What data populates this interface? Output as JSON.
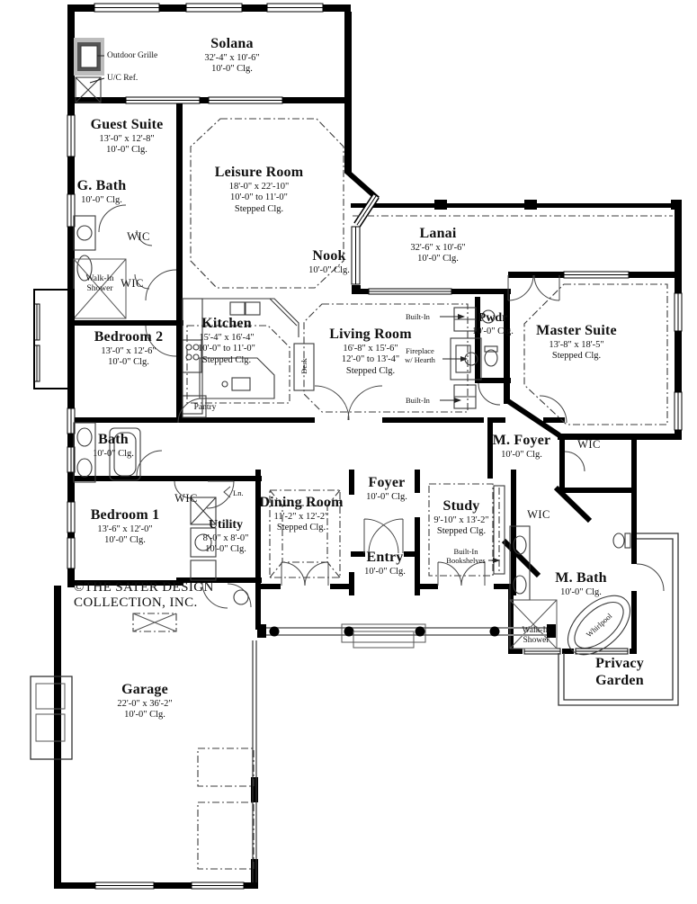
{
  "plan": {
    "copyright_line1": "©THE SATER DESIGN",
    "copyright_line2": "COLLECTION, INC."
  },
  "rooms": {
    "solana": {
      "name": "Solana",
      "dim": "32'-4\" x 10'-6\"",
      "clg": "10'-0\" Clg."
    },
    "guest_suite": {
      "name": "Guest Suite",
      "dim": "13'-0\" x 12'-8\"",
      "clg": "10'-0\" Clg."
    },
    "g_bath": {
      "name": "G. Bath",
      "clg": "10'-0\" Clg."
    },
    "leisure": {
      "name": "Leisure Room",
      "dim": "18'-0\" x 22'-10\"",
      "clg_range": "10'-0\" to 11'-0\"",
      "clg": "Stepped Clg."
    },
    "nook": {
      "name": "Nook",
      "clg": "10'-0\" Clg."
    },
    "lanai": {
      "name": "Lanai",
      "dim": "32'-6\" x 10'-6\"",
      "clg": "10'-0\" Clg."
    },
    "kitchen": {
      "name": "Kitchen",
      "dim": "15'-4\" x 16'-4\"",
      "clg_range": "10'-0\" to 11'-0\"",
      "clg": "Stepped Clg."
    },
    "living": {
      "name": "Living Room",
      "dim": "16'-8\" x 15'-6\"",
      "clg_range": "12'-0\" to 13'-4\"",
      "clg": "Stepped Clg."
    },
    "pwdr": {
      "name": "Pwdr",
      "clg": "10'-0\" Clg."
    },
    "master": {
      "name": "Master Suite",
      "dim": "13'-8\" x 18'-5\"",
      "clg": "Stepped Clg."
    },
    "bedroom2": {
      "name": "Bedroom 2",
      "dim": "13'-0\" x 12'-6\"",
      "clg": "10'-0\" Clg."
    },
    "bath": {
      "name": "Bath",
      "clg": "10'-0\" Clg."
    },
    "bedroom1": {
      "name": "Bedroom 1",
      "dim": "13'-6\" x 12'-0\"",
      "clg": "10'-0\" Clg."
    },
    "utility": {
      "name": "Utility",
      "dim": "8'-0\" x 8'-0\"",
      "clg": "10'-0\" Clg."
    },
    "dining": {
      "name": "Dining Room",
      "dim": "11'-2\" x 12'-2\"",
      "clg": "Stepped Clg."
    },
    "foyer": {
      "name": "Foyer",
      "clg": "10'-0\" Clg."
    },
    "entry": {
      "name": "Entry",
      "clg": "10'-0\" Clg."
    },
    "study": {
      "name": "Study",
      "dim": "9'-10\" x 13'-2\"",
      "clg": "Stepped Clg."
    },
    "m_foyer": {
      "name": "M. Foyer",
      "clg": "10'-0\" Clg."
    },
    "m_bath": {
      "name": "M. Bath",
      "clg": "10'-0\" Clg."
    },
    "privacy_garden": {
      "line1": "Privacy",
      "line2": "Garden"
    },
    "garage": {
      "name": "Garage",
      "dim": "22'-0\" x 36'-2\"",
      "clg": "10'-0\" Clg."
    }
  },
  "labels": {
    "outdoor_grille": "Outdoor Grille",
    "uc_ref": "U/C Ref.",
    "wic": "WIC",
    "walk_in": "Walk-In",
    "shower": "Shower",
    "built_in": "Built-In",
    "bookshelves": "Bookshelves",
    "fireplace_line1": "Fireplace",
    "fireplace_line2": "w/ Hearth",
    "desk": "Desk",
    "pantry": "Pantry",
    "linen": "Ln.",
    "whirlpool": "Whirlpool"
  },
  "colors": {
    "wall": "#000000",
    "background": "#ffffff",
    "fixture_line": "#3a3a3a"
  }
}
